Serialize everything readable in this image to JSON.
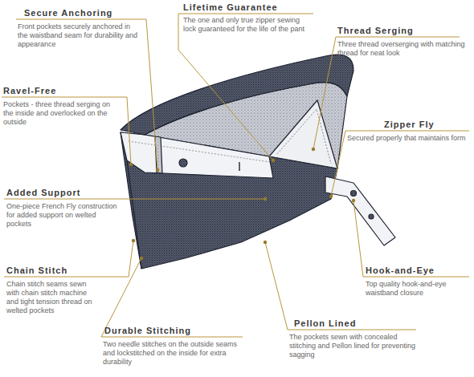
{
  "diagram": {
    "labels": [
      "Lifetime Guarantee",
      "The one and only true zipper sewing lock guaranteed for the life of the pant",
      "Secure Anchoring",
      "Front pockets securely anchored in the waistband seam for durability and appearance",
      "Thread Serging",
      "Three thread overserging with matching thread for neat look",
      "Ravel-Free",
      "Pockets - three thread serging on the inside and overlocked on the outside",
      "Zipper Fly",
      "Secured properly that maintains form",
      "Added Support",
      "One-piece French Fly construction for added support on welted pockets",
      "Hook-and-Eye",
      "Top quality hook-and-eye waistband closure",
      "Chain Stitch",
      "Chain stitch seams sewn with chain stitch machine and tight tension thread on welted pockets",
      "Pellon Lined",
      "The pockets sewn with concealed stitching and Pellon lined for preventing sagging",
      "Durable Stitching",
      "Two needle stitches on the outside seams and lockstitched on the inside for extra durability"
    ]
  }
}
